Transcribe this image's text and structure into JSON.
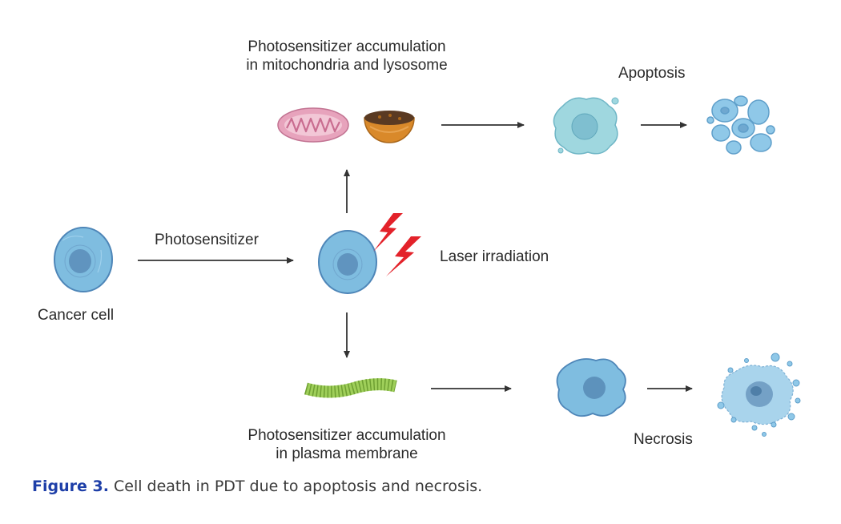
{
  "labels": {
    "top_accumulation": "Photosensitizer accumulation\nin mitochondria and lysosome",
    "apoptosis": "Apoptosis",
    "photosensitizer": "Photosensitizer",
    "laser": "Laser irradiation",
    "cancer_cell": "Cancer cell",
    "bottom_accumulation": "Photosensitizer accumulation\nin plasma membrane",
    "necrosis": "Necrosis"
  },
  "caption": {
    "figure": "Figure 3.",
    "text": "Cell death in PDT due to apoptosis and necrosis."
  },
  "colors": {
    "cell_fill": "#7fbde0",
    "cell_stroke": "#4e86b8",
    "nucleus": "#5a8db8",
    "apoptotic_cell": "#9fd7df",
    "mitochondria": "#e7a3bc",
    "lysosome": "#d9892a",
    "laser": "#e3222a",
    "membrane": "#9fcf5a",
    "arrow": "#333333",
    "caption_accent": "#1e3fa8"
  }
}
